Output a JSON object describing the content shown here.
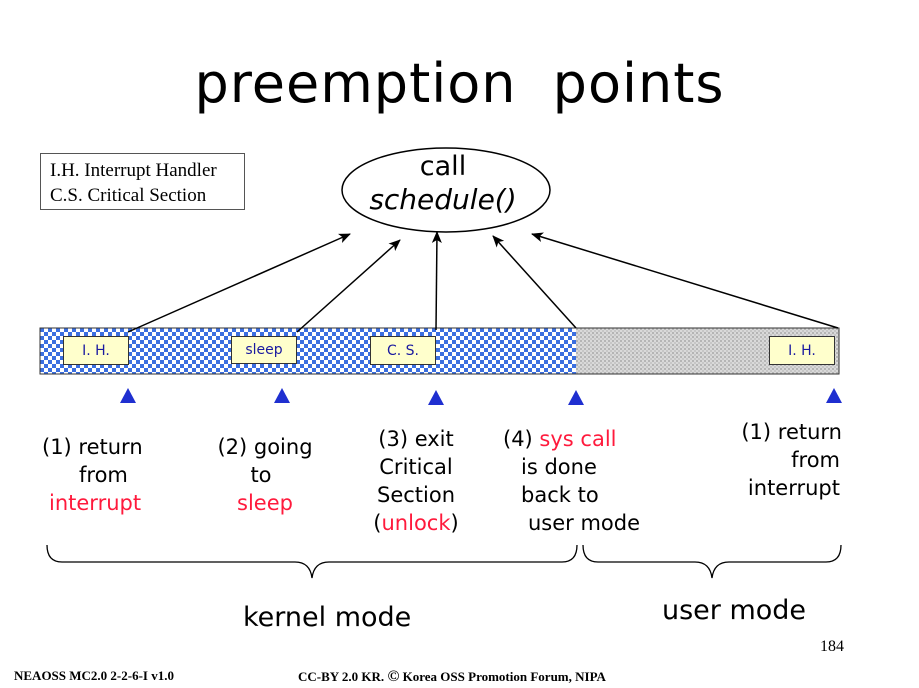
{
  "title": "preemption   points",
  "legend": {
    "line1": "I.H.  Interrupt Handler",
    "line2": "C.S. Critical Section"
  },
  "call_node": {
    "line1": "call",
    "line2": "schedule()"
  },
  "boxes": {
    "ih_left": "I. H.",
    "sleep": "sleep",
    "cs": "C. S.",
    "ih_right": "I. H."
  },
  "labels": {
    "p1": {
      "l1": "(1) return",
      "l2": "from",
      "l3": "interrupt"
    },
    "p2": {
      "l1": "(2) going",
      "l2": "to",
      "l3": "sleep"
    },
    "p3": {
      "l1": "(3) exit",
      "l2": "Critical",
      "l3": "Section",
      "l4_pre": "(",
      "l4_red": "unlock",
      "l4_post": ")"
    },
    "p4": {
      "l1_pre": "(4) ",
      "l1_red": "sys call",
      "l2": "is done",
      "l3": "back to",
      "l4": "user mode"
    },
    "p5": {
      "l1": "(1) return",
      "l2": "from",
      "l3": "interrupt"
    }
  },
  "modes": {
    "kernel": "kernel mode",
    "user": "user mode"
  },
  "page_number": "184",
  "footer": {
    "left": "NEAOSS MC2.0 2-2-6-I v1.0",
    "right_pre": "CC-BY 2.0 KR. ",
    "right_symbol": "©",
    "right_post": " Korea OSS Promotion Forum, NIPA"
  },
  "colors": {
    "kernel_bar_blue": "#3b6fe0",
    "user_bar_gray": "#c8c8c8",
    "box_fill": "#ffffcc",
    "highlight_red": "#ff1a3c",
    "triangle_blue": "#1f2fd0"
  }
}
